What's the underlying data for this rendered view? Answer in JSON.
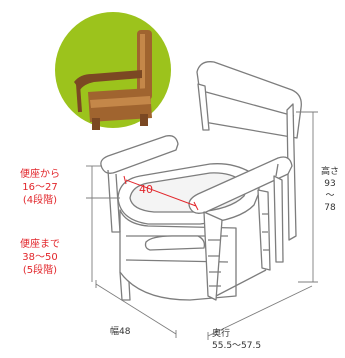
{
  "seat_height_labels": {
    "raise_title": "便座から",
    "raise_range": "16～27",
    "raise_steps": "(4段階)",
    "seat_title": "便座まで",
    "seat_range": "38～50",
    "seat_steps": "(5段階)"
  },
  "dimensions": {
    "height_title": "高さ",
    "height_top": "93",
    "height_sep": "～",
    "height_bottom": "78",
    "width_label": "幅48",
    "depth_title": "奥行",
    "depth_range": "55.5～57.5",
    "armrest_gap": "40"
  },
  "colors": {
    "accent_red": "#e2262b",
    "inset_circle": "#9cc31c",
    "chair_wood": "#a0642f",
    "line": "#7d7d7d"
  }
}
